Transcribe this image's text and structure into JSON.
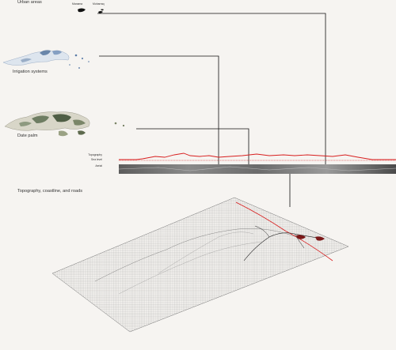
{
  "layers": {
    "urban": {
      "label": "Urban areas",
      "cities": [
        "Manama",
        "Muharraq"
      ]
    },
    "irrigation": {
      "label": "Irrigation systems"
    },
    "date_palm": {
      "label": "Date palm"
    },
    "topography": {
      "label": "Topography, coastline, and roads"
    }
  },
  "strip_labels": {
    "topography": "Topography",
    "sea_level": "Sea level",
    "aerial": "Aerial"
  },
  "colors": {
    "background": "#f6f4f1",
    "leader_line": "#111111",
    "topography_line": "#d81e1e",
    "sea_level_line": "#d81e1e",
    "aerial_strip": "#555555",
    "mesh": "#8a8a8a",
    "coastline": "#d81e1e",
    "roads": "#222222"
  }
}
